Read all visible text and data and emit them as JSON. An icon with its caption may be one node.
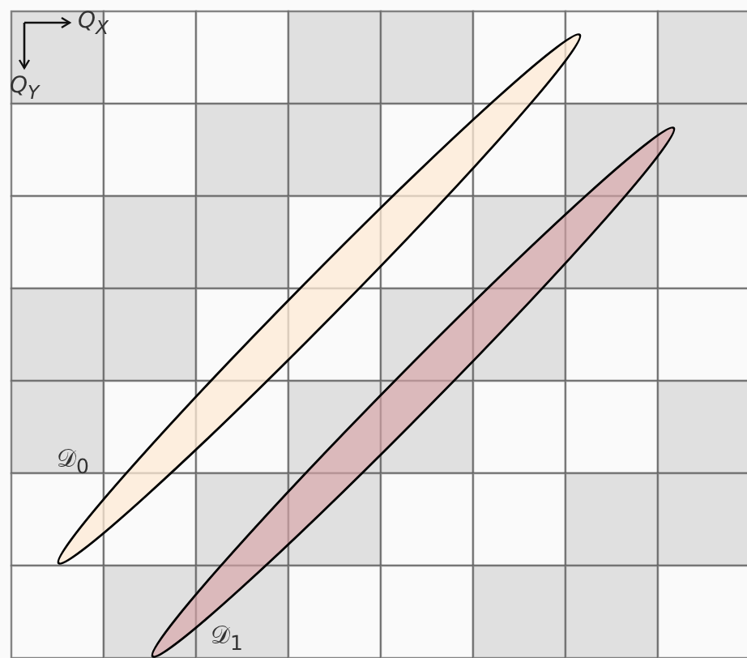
{
  "diagram": {
    "nodes": [
      {
        "text": [
          "𝒟$_{0}$"
        ]
      },
      {
        "text": [
          "𝒟$_{1}$"
        ]
      }
    ],
    "labels": [
      "Q$_{X}$",
      "Q$_{Y}$"
    ]
  }
}
